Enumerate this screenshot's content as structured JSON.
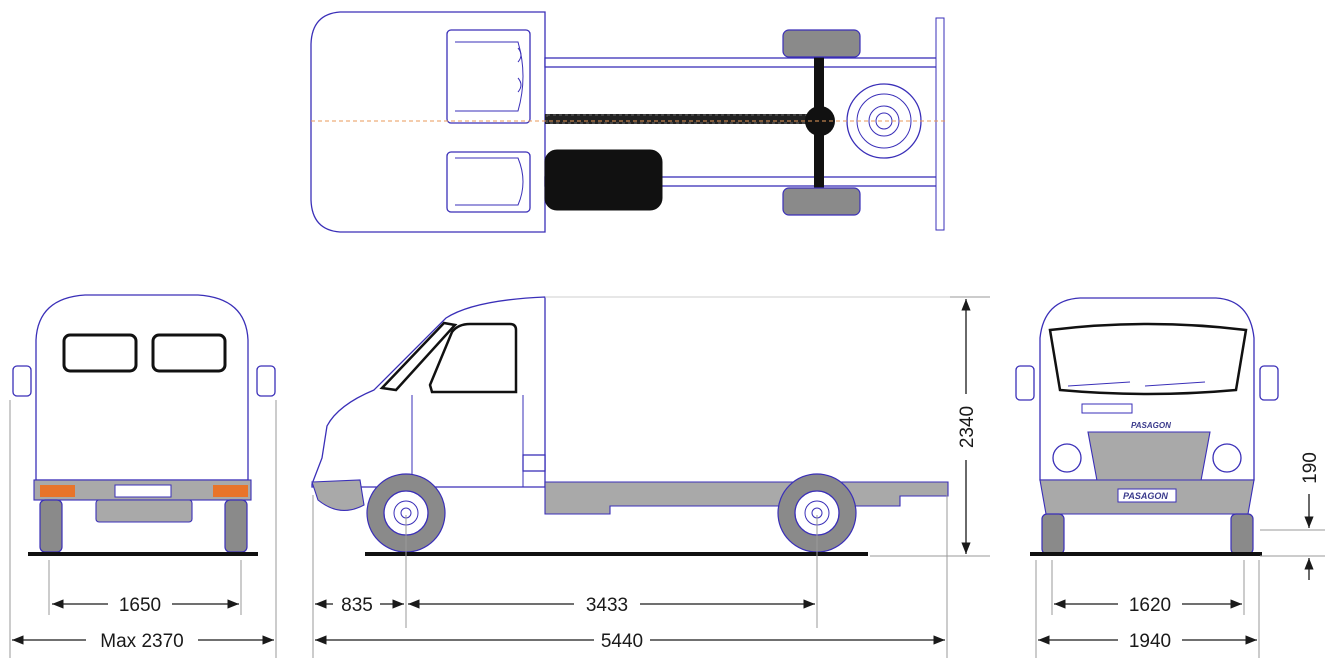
{
  "dimensions": {
    "rear_track": "1650",
    "max_width": "Max 2370",
    "front_overhang": "835",
    "wheelbase": "3433",
    "overall_length": "5440",
    "overall_height": "2340",
    "front_track": "1620",
    "body_width": "1940",
    "ground_clearance": "190"
  },
  "branding": {
    "grille_logo": "PASAGON",
    "plate_text": "PASAGON"
  },
  "colors": {
    "outline": "#3a2fb8",
    "tire": "#8a8a8a",
    "frame": "#a9a9a9",
    "tail_light": "#e8742a",
    "centerline": "#e89a5a"
  }
}
